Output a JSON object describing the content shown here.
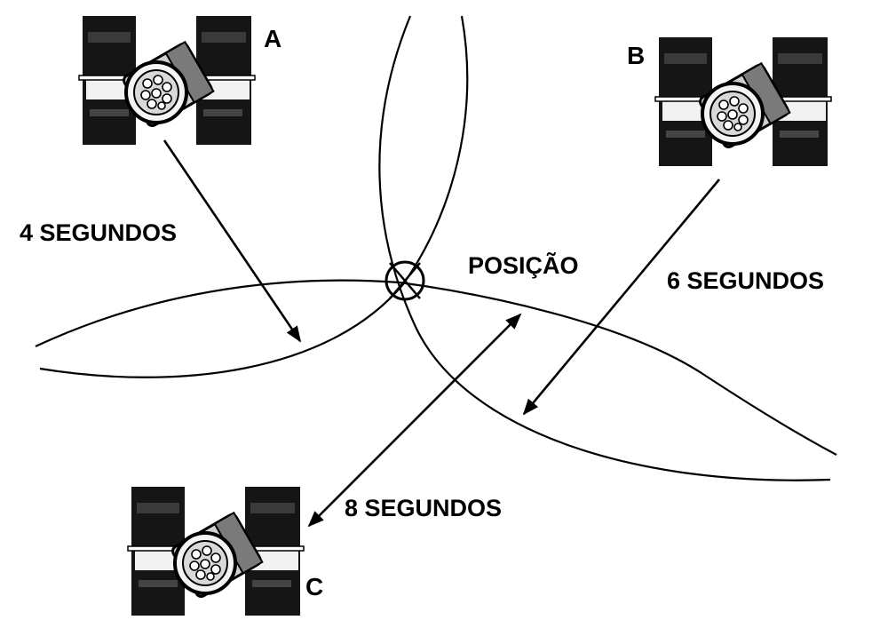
{
  "satellites": [
    {
      "id": "A",
      "label": "A"
    },
    {
      "id": "B",
      "label": "B"
    },
    {
      "id": "C",
      "label": "C"
    }
  ],
  "distances": [
    {
      "from": "A",
      "label": "4 SEGUNDOS"
    },
    {
      "from": "B",
      "label": "6 SEGUNDOS"
    },
    {
      "from": "C",
      "label": "8 SEGUNDOS"
    }
  ],
  "position_label": "POSIÇÃO",
  "colors": {
    "ink": "#000000",
    "background": "#ffffff"
  },
  "icons": [
    "satellite-icon",
    "position-marker-icon"
  ]
}
